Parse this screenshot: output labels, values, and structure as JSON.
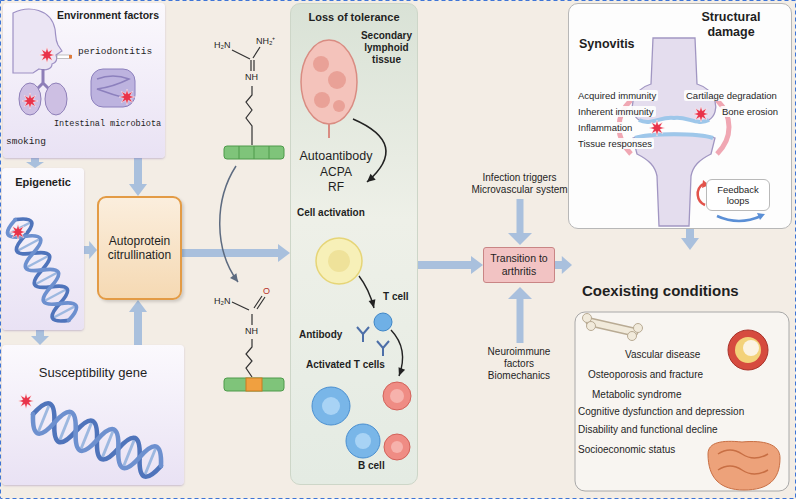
{
  "diagram": {
    "nodes": [
      {
        "text": [
          "Environment factors"
        ]
      },
      {
        "text": [
          "Epigenetic"
        ]
      },
      {
        "text": [
          "Autoprotein citrullination"
        ]
      },
      {
        "text": [
          "Susceptibility gene"
        ]
      },
      {
        "text": [
          "Loss of tolerance"
        ]
      },
      {
        "text": [
          "Transition to arthritis"
        ]
      },
      {
        "text": [
          "Synovitis",
          "Structural damage"
        ]
      },
      {
        "text": [
          "Feedback loops"
        ],
        "in": 6
      },
      {
        "text": [
          "Coexisting conditions"
        ]
      }
    ],
    "edges": [
      {
        "from": 0,
        "to": 1,
        "arrow": "to"
      },
      {
        "from": 0,
        "to": 2,
        "arrow": "to"
      },
      {
        "from": 1,
        "to": 2,
        "arrow": "to"
      },
      {
        "from": 1,
        "to": 3,
        "arrow": "to"
      },
      {
        "from": 3,
        "to": 2,
        "arrow": "to"
      },
      {
        "from": 2,
        "to": 4,
        "arrow": "to"
      },
      {
        "from": 4,
        "to": 5,
        "arrow": "to"
      },
      {
        "from": 5,
        "to": 8,
        "arrow": "to"
      },
      {
        "from": 6,
        "to": 8,
        "arrow": "to"
      }
    ],
    "labels": [
      "periodontitis",
      "smoking",
      "Intestinal microbiota",
      "H₂N",
      "NH₂⁺",
      "NH",
      "H₂N",
      "O",
      "NH",
      "Secondary lymphoid tissue",
      "Autoantibody",
      "ACPA",
      "RF",
      "Cell activation",
      "T cell",
      "Antibody",
      "Activated T cells",
      "B cell",
      "Infection triggers Microvascular system",
      "Neuroimmune factors Biomechanics",
      "Acquired immunity",
      "Inherent immunity",
      "Inflammation",
      "Tissue responses",
      "Cartilage degradation",
      "Bone erosion",
      "Vascular disease",
      "Osteoporosis and fracture",
      "Metabolic syndrome",
      "Cognitive dysfunction and depression",
      "Disability and functional decline",
      "Socioeconomic status"
    ]
  }
}
